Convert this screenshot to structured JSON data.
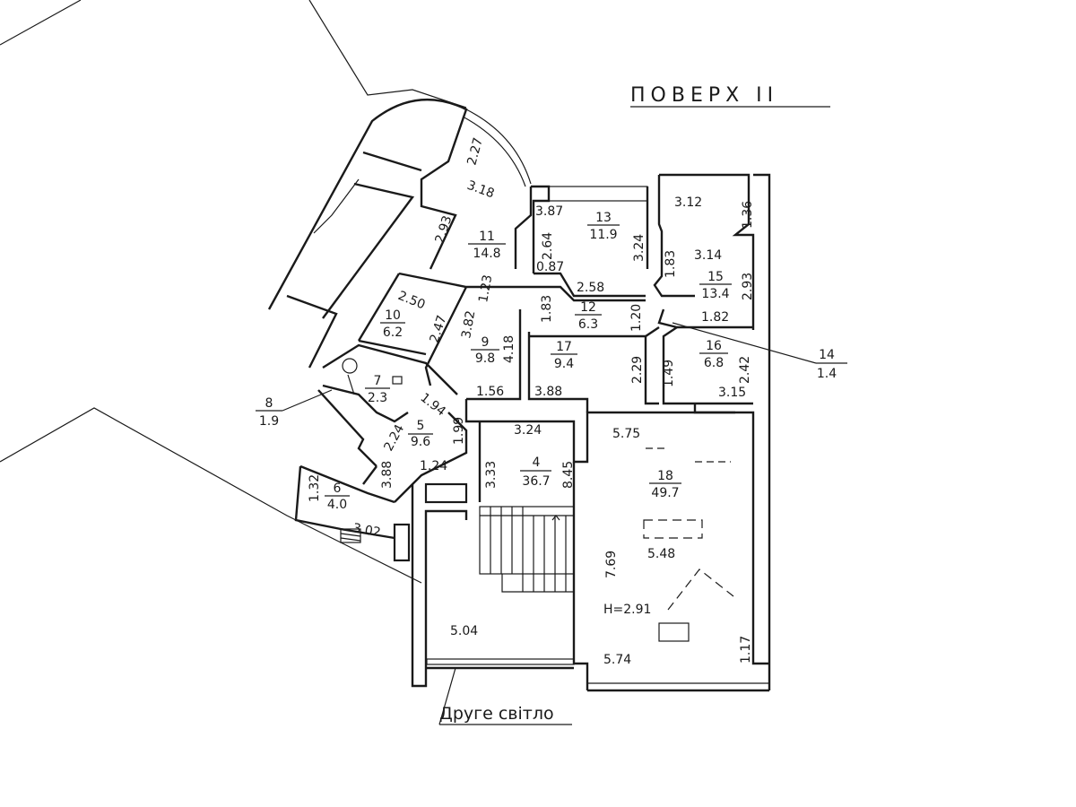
{
  "floor_title": "ПОВЕРХ   II",
  "second_light_label": "Друге світло",
  "height_label": "H=2.91",
  "rooms": [
    {
      "number": "4",
      "area": "36.7"
    },
    {
      "number": "5",
      "area": "9.6"
    },
    {
      "number": "6",
      "area": "4.0"
    },
    {
      "number": "7",
      "area": "2.3"
    },
    {
      "number": "8",
      "area": "1.9"
    },
    {
      "number": "9",
      "area": "9.8"
    },
    {
      "number": "10",
      "area": "6.2"
    },
    {
      "number": "11",
      "area": "14.8"
    },
    {
      "number": "12",
      "area": "6.3"
    },
    {
      "number": "13",
      "area": "11.9"
    },
    {
      "number": "14",
      "area": "1.4"
    },
    {
      "number": "15",
      "area": "13.4"
    },
    {
      "number": "16",
      "area": "6.8"
    },
    {
      "number": "17",
      "area": "9.4"
    },
    {
      "number": "18",
      "area": "49.7"
    }
  ],
  "dimensions": [
    "2.27",
    "3.18",
    "2.93",
    "3.87",
    "2.64",
    "3.24",
    "3.12",
    "1.36",
    "1.83",
    "3.14",
    "2.93",
    "0.87",
    "2.58",
    "1.23",
    "2.50",
    "2.47",
    "3.82",
    "1.83",
    "1.20",
    "1.82",
    "4.18",
    "1.49",
    "2.42",
    "3.15",
    "2.29",
    "3.88",
    "1.56",
    "1.94",
    "3.24",
    "5.75",
    "1.99",
    "2.24",
    "1.24",
    "3.33",
    "8.45",
    "3.88",
    "1.32",
    "3.02",
    "5.48",
    "7.69",
    "5.04",
    "1.17",
    "5.74"
  ]
}
